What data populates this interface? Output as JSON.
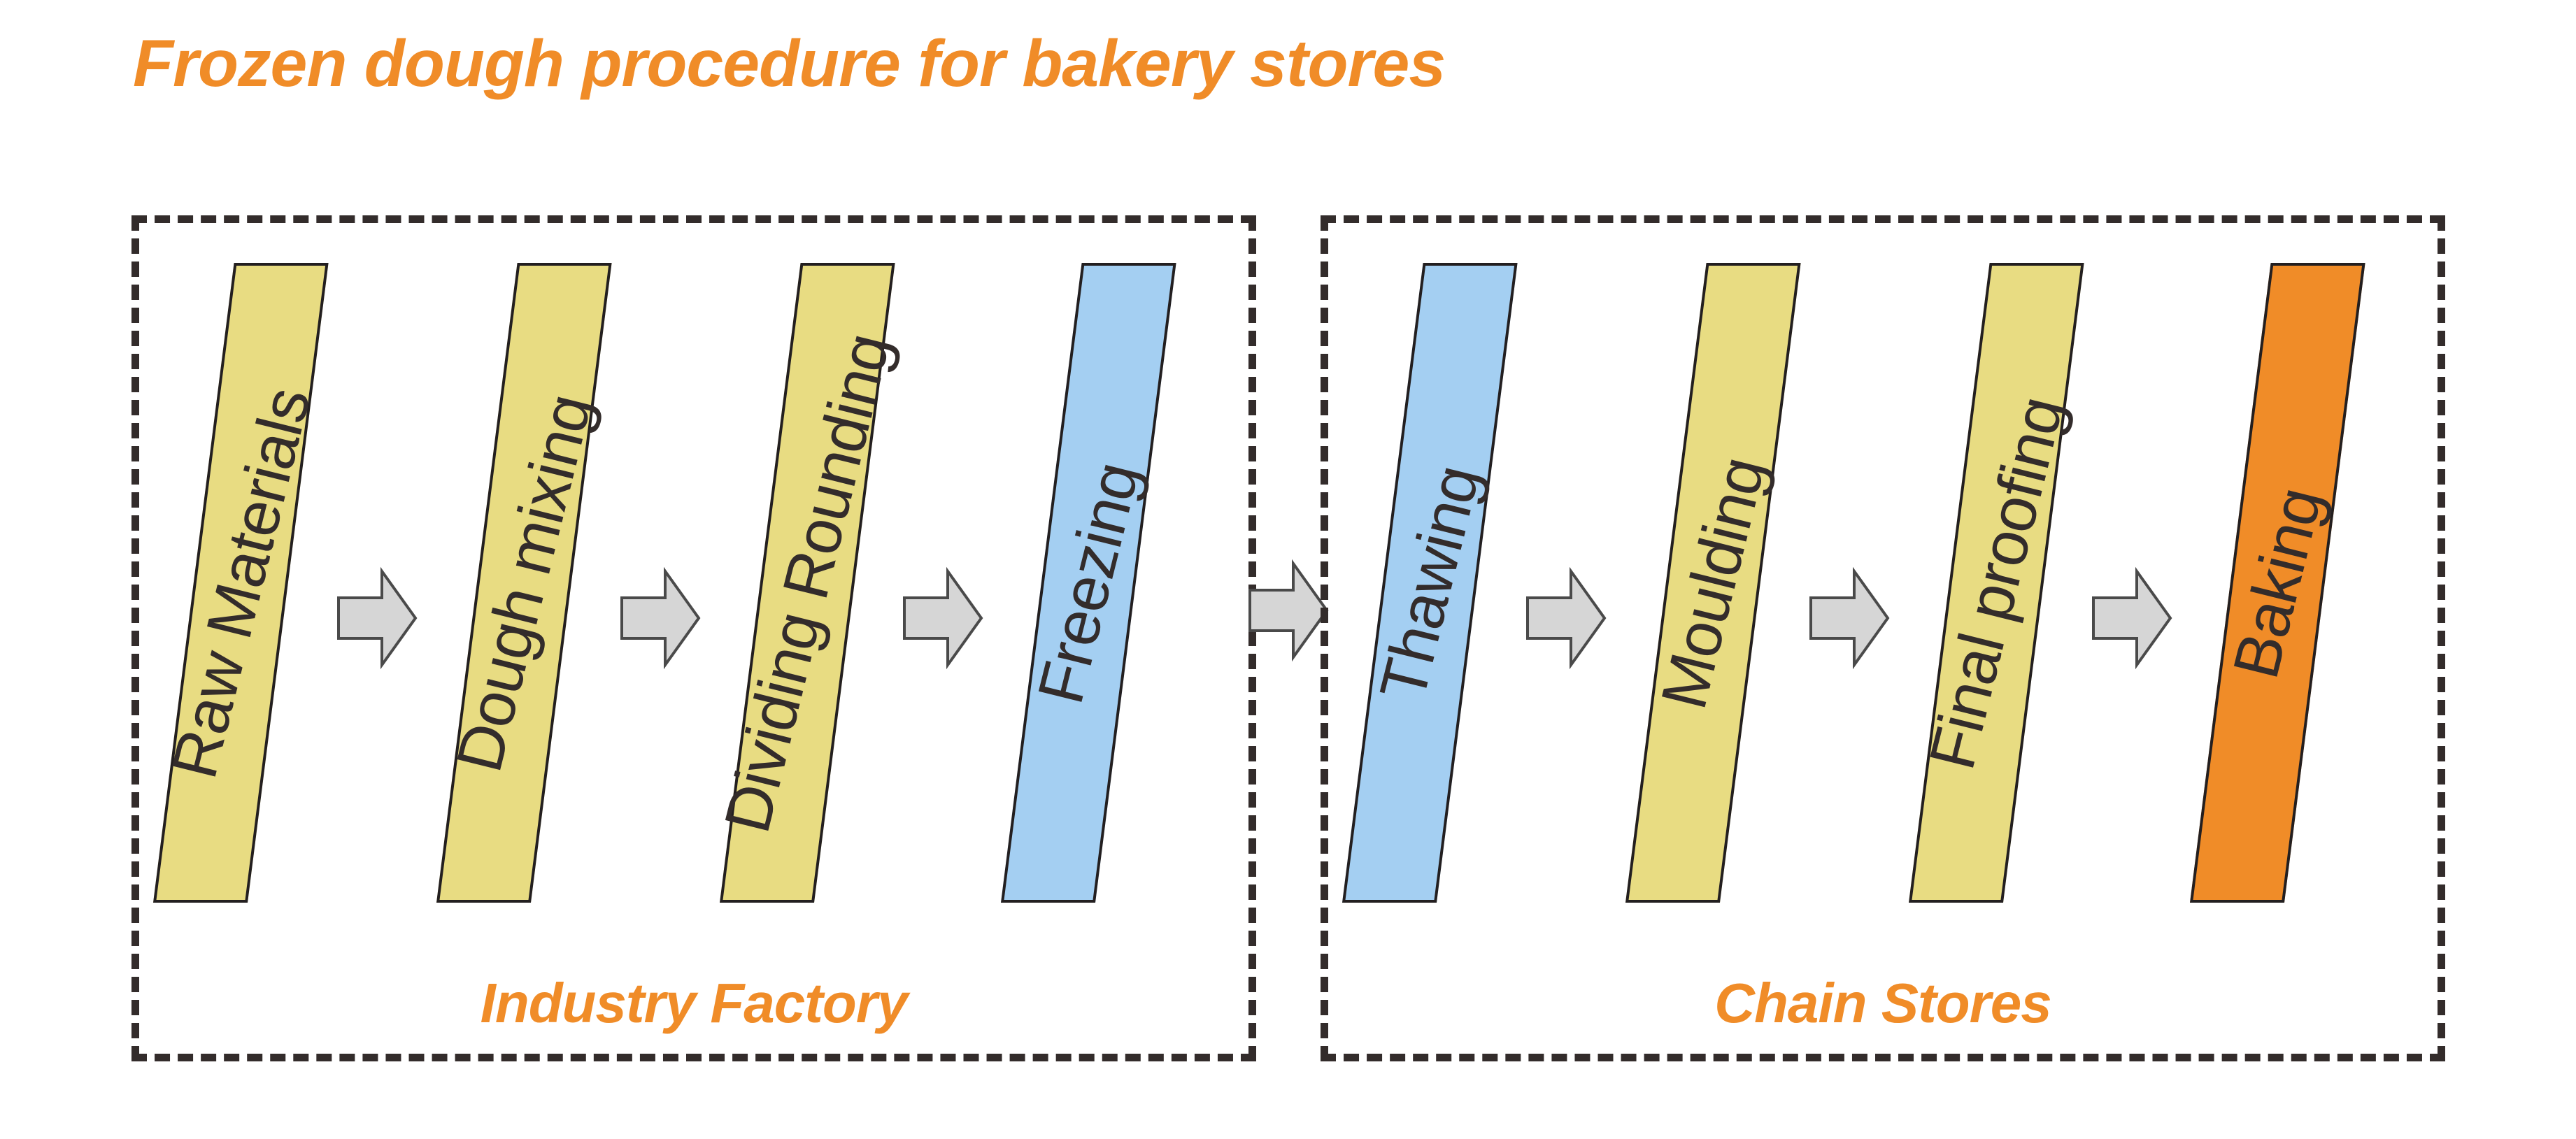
{
  "title": "Frozen dough procedure for bakery stores",
  "colors": {
    "accent_orange": "#F08C28",
    "stage_yellow": "#E8DC82",
    "stage_blue": "#A4CFF2",
    "stage_orange": "#F08C28",
    "outline_dark": "#231F20",
    "arrow_gray": "#D6D6D6",
    "dash_border": "#332C2B",
    "background": "#FFFFFF"
  },
  "groups": [
    {
      "caption": "Industry Factory",
      "stages": [
        {
          "label": "Raw Materials",
          "fill": "yellow"
        },
        {
          "label": "Dough mixing",
          "fill": "yellow"
        },
        {
          "label": "Dividing Rounding",
          "fill": "yellow"
        },
        {
          "label": "Freezing",
          "fill": "blue"
        }
      ],
      "arrows": [
        "arrow-right-icon",
        "arrow-right-icon",
        "arrow-right-icon"
      ]
    },
    {
      "caption": "Chain Stores",
      "stages": [
        {
          "label": "Thawing",
          "fill": "blue"
        },
        {
          "label": "Moulding",
          "fill": "yellow"
        },
        {
          "label": "Final proofing",
          "fill": "yellow"
        },
        {
          "label": "Baking",
          "fill": "orange"
        }
      ],
      "arrows": [
        "arrow-right-icon",
        "arrow-right-icon",
        "arrow-right-icon"
      ]
    }
  ],
  "connector": {
    "icon": "arrow-right-icon"
  }
}
